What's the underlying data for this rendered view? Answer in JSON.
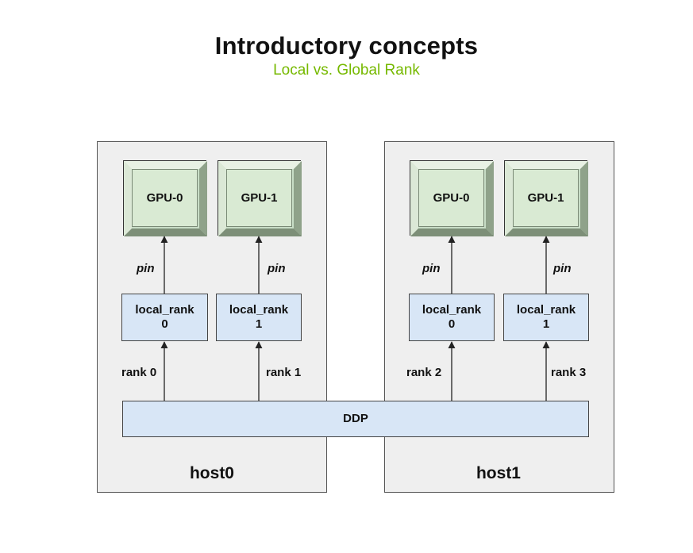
{
  "title": "Introductory concepts",
  "subtitle": "Local vs. Global Rank",
  "hosts": [
    {
      "label": "host0",
      "gpus": [
        "GPU-0",
        "GPU-1"
      ],
      "pin_labels": [
        "pin",
        "pin"
      ],
      "local_rank_boxes": [
        {
          "label": "local_rank",
          "value": "0"
        },
        {
          "label": "local_rank",
          "value": "1"
        }
      ],
      "ranks": [
        "rank 0",
        "rank 1"
      ]
    },
    {
      "label": "host1",
      "gpus": [
        "GPU-0",
        "GPU-1"
      ],
      "pin_labels": [
        "pin",
        "pin"
      ],
      "local_rank_boxes": [
        {
          "label": "local_rank",
          "value": "0"
        },
        {
          "label": "local_rank",
          "value": "1"
        }
      ],
      "ranks": [
        "rank 2",
        "rank 3"
      ]
    }
  ],
  "ddp_label": "DDP",
  "colors": {
    "subtitle": "#76b900",
    "host_bg": "#efefef",
    "gpu_face": "#d9ead3",
    "box_fill": "#d8e6f6"
  }
}
